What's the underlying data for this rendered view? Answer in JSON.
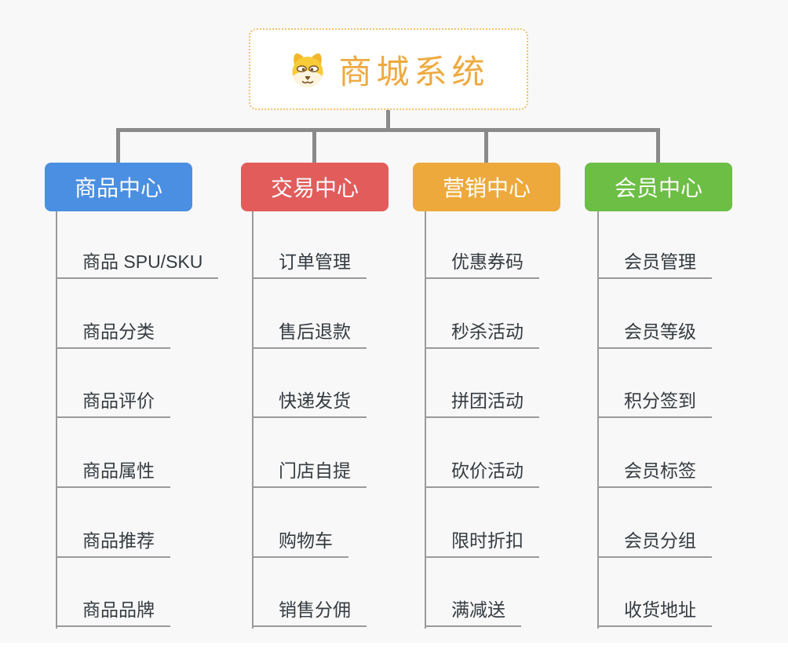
{
  "root": {
    "title": "商城系统",
    "icon": "dog-face-icon",
    "text_color": "#EFA93F",
    "border_color": "#F2C06A"
  },
  "branches": [
    {
      "label": "商品中心",
      "color": "#4A8FE2",
      "items": [
        "商品 SPU/SKU",
        "商品分类",
        "商品评价",
        "商品属性",
        "商品推荐",
        "商品品牌"
      ]
    },
    {
      "label": "交易中心",
      "color": "#E25C5C",
      "items": [
        "订单管理",
        "售后退款",
        "快递发货",
        "门店自提",
        "购物车",
        "销售分佣"
      ]
    },
    {
      "label": "营销中心",
      "color": "#EDA93C",
      "items": [
        "优惠券码",
        "秒杀活动",
        "拼团活动",
        "砍价活动",
        "限时折扣",
        "满减送"
      ]
    },
    {
      "label": "会员中心",
      "color": "#6DBE45",
      "items": [
        "会员管理",
        "会员等级",
        "积分签到",
        "会员标签",
        "会员分组",
        "收货地址"
      ]
    }
  ],
  "colors": {
    "background": "#F8F8F8",
    "connector_gray": "#8A8A8A",
    "leaf_line_gray": "#9A9A9A",
    "leaf_text": "#353B41",
    "header_text": "#FFFFFF",
    "root_background": "#FFFFFF"
  }
}
